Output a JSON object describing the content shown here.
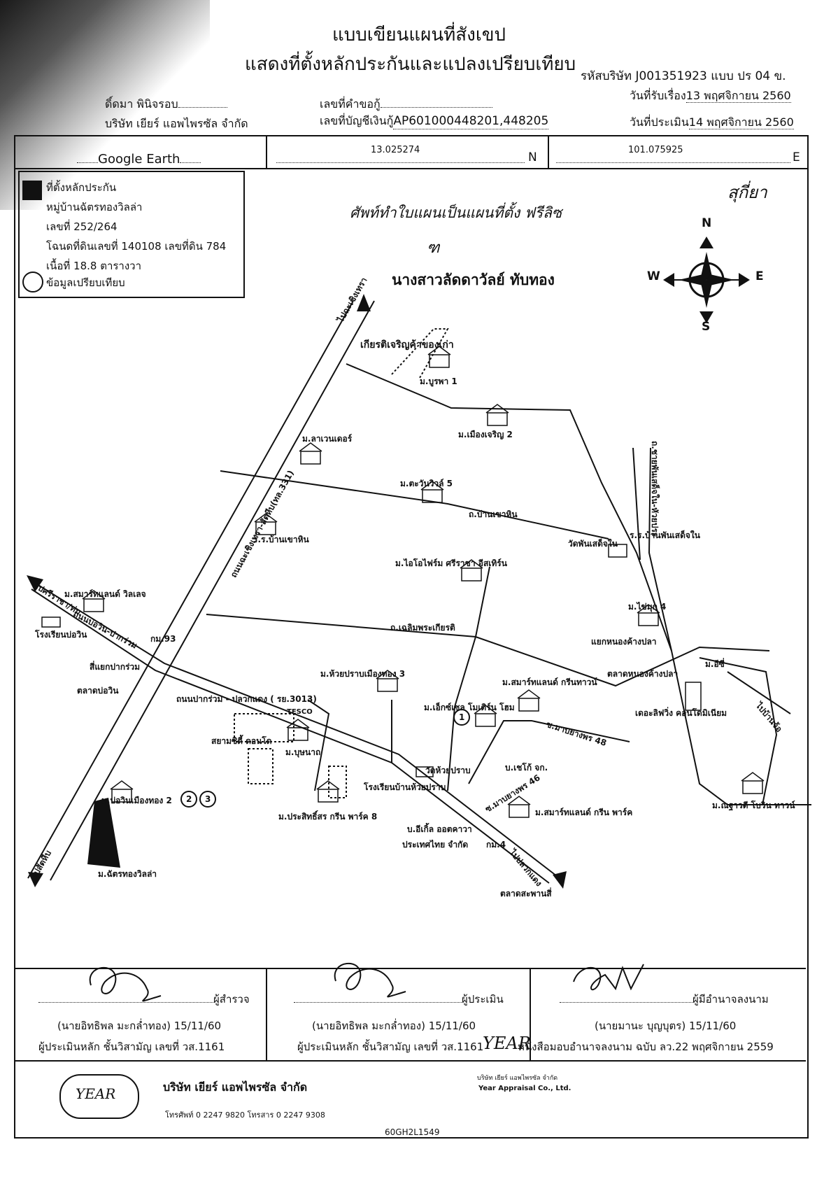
{
  "header": {
    "title_line1": "แบบเขียนแผนที่สังเขป",
    "title_line2": "แสดงที่ตั้งหลักประกันและแปลงเปรียบเทียบ",
    "company_code": "รหัสบริษัท  J001351923  แบบ ปร 04 ข.",
    "surveyor_name": "ดิ์ดมา พินิจรอบ",
    "company_name": "บริษัท เยียร์ แอพไพรซัล จำกัด",
    "request_no_label": "เลขที่คำขอกู้",
    "loan_account_label": "เลขที่บัญชีเงินกู้",
    "loan_account_value": "AP601000448201,448205",
    "received_label": "วันที่รับเรื่อง",
    "received_value": "13 พฤศจิกายน 2560",
    "appraised_label": "วันที่ประเมิน",
    "appraised_value": "14 พฤศจิกายน 2560"
  },
  "coords": {
    "source": "Google Earth",
    "lat": "13.025274",
    "lat_suffix": "N",
    "lon": "101.075925",
    "lon_suffix": "E"
  },
  "legend": {
    "collateral": "ที่ตั้งหลักประกัน",
    "village": "หมู่บ้านฉัตรทองวิลล่า",
    "number": "เลขที่ 252/264",
    "deed": "โฉนดที่ดินเลขที่ 140108 เลขที่ดิน 784",
    "area": "เนื้อที่ 18.8 ตารางวา",
    "comparison": "ข้อมูลเปรียบเทียบ"
  },
  "handwritten": {
    "note": "ศัพท์ทำใบแผนเป็นแผนที่ตั้ง ฟรีลิซ",
    "initials": "สุกี่ยา",
    "owner": "นางสาวลัดดาวัลย์  ทับทอง"
  },
  "compass": {
    "n": "N",
    "s": "S",
    "e": "E",
    "w": "W"
  },
  "map_labels": {
    "road_left_top": "ไปฉะเชิงเทรา",
    "road_main": "ถนนฉะเชิงเทรา-สัตหีบ(ทล.331)",
    "road_left": "ไปศรีราชา/ท่ม",
    "road_left2": "ถนนบ่อวิน-ปากร่วม",
    "km93": "กม.93",
    "junction": "สี่แยกปากร่วม",
    "market_bowin": "ตลาดบ่อวิน",
    "school_bowin": "โรงเรียนบ่อวิน",
    "smart_land": "ม.สมาร์ทแลนด์ วิลเลจ",
    "road_bottom": "ถนนปากร่วม - ปลวกแดง ( รย.3013)",
    "siam_city": "สยามซิตี้ ดอนโด",
    "bowin_muangthong": "ม.บ่อวินเมืองทอง 2",
    "chattong": "ม.ฉัตรทองวิลล่า",
    "to_sattahip": "ไปสัตหีบ",
    "kiat": "เกียรติเจริญค้าของเก่า",
    "burapha": "ม.บูรพา 1",
    "lavender": "ม.ลาเวนเดอร์",
    "muangcharoen": "ม.เมืองเจริญ 2",
    "tawanwill": "ม.ตะวันวิวล์ 5",
    "road_khaohin": "ถ.บ้านเขาหิน",
    "school_khaohin": "ร.ร.บ้านเขาหิน",
    "ioforms": "ม.ไอโอไฟร์ม ศรีราชา อีสเทิร์น",
    "wat_phan": "วัดพันเสด็จใน",
    "school_phan": "ร.ร.บ้านพันเสด็จใน",
    "road_right": "ถ.ชายพันเสด็จใน-หัวยประ",
    "khaimuk": "ม.ไข่มุก 4",
    "yaek": "แยกหนองค้างปลา",
    "road_chaloem": "ถ.เฉลิมพระเกียรติ",
    "huaiprap": "ม.ห้วยปราบเมืองทอง 3",
    "market_nong": "ตลาดหนองค้างปลา",
    "m_e": "ม.อีซี่",
    "smartland_green": "ม.สมาร์ทแลนด์ กรีนทาวน์",
    "excel": "ม.เอ็กซ์เซล โมเดิร์น โฮม",
    "the_living": "เดอะลิฟวิ่ง คอนโดมิเนียม",
    "soi_mabyangporn48": "ซ.มาบยางพร 48",
    "to_right": "ไปบ้านจ้อ",
    "wat_huaiprap": "วัดห้วยปราบ",
    "b_chef": "บ.เชโก้ จก.",
    "tesco": "TESCO",
    "mubtanad": "ม.บุษนาถ",
    "school_huaiprap": "โรงเรียนบ้านห้วยปราบ",
    "soi46": "ซ.มาบยางพร 46",
    "smartland_park": "ม.สมาร์ทแลนด์ กรีน พาร์ค",
    "prasitsorn": "ม.ประสิทธิ์สร กรีน พาร์ค 8",
    "eagle": "บ.อีเกิ้ล ออตคาวา",
    "eagle2": "ประเทศไทย จำกัด",
    "km4": "กม.4",
    "to_pluak": "ไปปลวกแดง",
    "market_saphan": "ตลาดสะพานสี่",
    "natawadee": "ม.ณฐาวดี โบวิน ทาวน์",
    "c1": "1",
    "c2": "2",
    "c3": "3"
  },
  "signatures": {
    "s1_role": "ผู้สำรวจ",
    "s1_name": "(นายอิทธิพล มะกล่ำทอง) 15/11/60",
    "s1_title": "ผู้ประเมินหลัก ชั้นวิสามัญ เลขที่ วส.1161",
    "s2_role": "ผู้ประเมิน",
    "s2_name": "(นายอิทธิพล มะกล่ำทอง) 15/11/60",
    "s2_title": "ผู้ประเมินหลัก ชั้นวิสามัญ เลขที่ วส.1161",
    "s3_role": "ผู้มีอำนาจลงนาม",
    "s3_name": "(นายมานะ บุญบุตร)  15/11/60",
    "s3_title": "หนังสือมอบอำนาจลงนาม ฉบับ ลว.22 พฤศจิกายน 2559"
  },
  "footer": {
    "company": "บริษัท เยียร์ แอพไพรซัล จำกัด",
    "phone": "โทรศัพท์ 0 2247 9820 โทรสาร 0 2247 9308",
    "stamp_th": "บริษัท เยียร์ แอพไพรซัล จำกัด",
    "stamp_en": "Year Appraisal Co., Ltd.",
    "code": "60GH2L1549",
    "logo_text": "YEAR"
  }
}
